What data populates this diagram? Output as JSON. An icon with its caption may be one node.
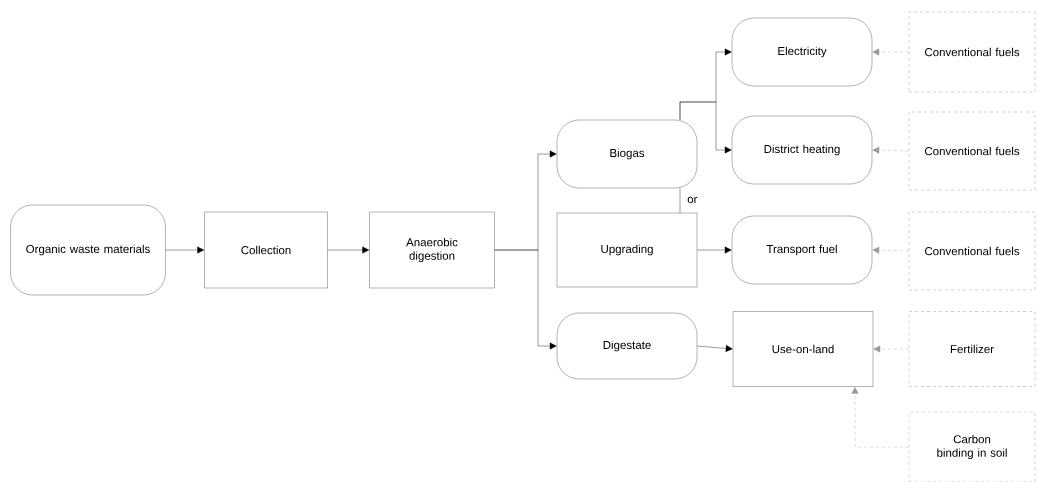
{
  "diagram": {
    "nodes": [
      {
        "text": [
          "Organic waste materials"
        ]
      },
      {
        "text": [
          "Collection"
        ]
      },
      {
        "text": [
          "Anaerobic digestion"
        ]
      },
      {
        "text": [
          "Biogas"
        ]
      },
      {
        "text": [
          "Upgrading"
        ]
      },
      {
        "text": [
          "Digestate"
        ]
      },
      {
        "text": [
          "Electricity"
        ]
      },
      {
        "text": [
          "District heating"
        ]
      },
      {
        "text": [
          "Transport fuel"
        ]
      },
      {
        "text": [
          "Use-on-land"
        ]
      },
      {
        "text": [
          "Conventional fuels"
        ]
      },
      {
        "text": [
          "Conventional fuels"
        ]
      },
      {
        "text": [
          "Conventional fuels"
        ]
      },
      {
        "text": [
          "Fertilizer"
        ]
      },
      {
        "text": [
          "Carbon binding in soil"
        ]
      }
    ],
    "edges": [
      {
        "from": 0,
        "to": 1,
        "arrow": "to"
      },
      {
        "from": 1,
        "to": 2,
        "arrow": "to"
      },
      {
        "from": 2,
        "to": 3,
        "arrow": "to"
      },
      {
        "from": 2,
        "to": 5,
        "arrow": "to"
      },
      {
        "from": 3,
        "to": 6,
        "arrow": "to"
      },
      {
        "from": 3,
        "to": 7,
        "arrow": "to"
      },
      {
        "from": 3,
        "to": 4,
        "arrow": "none",
        "label": "or"
      },
      {
        "from": 4,
        "to": 8,
        "arrow": "to"
      },
      {
        "from": 5,
        "to": 9,
        "arrow": "to"
      },
      {
        "from": 10,
        "to": 6,
        "arrow": "to",
        "style": "dashed",
        "color": "#999999"
      },
      {
        "from": 11,
        "to": 7,
        "arrow": "to",
        "style": "dashed",
        "color": "#999999"
      },
      {
        "from": 12,
        "to": 8,
        "arrow": "to",
        "style": "dashed",
        "color": "#999999"
      },
      {
        "from": 13,
        "to": 9,
        "arrow": "to",
        "style": "dashed",
        "color": "#999999"
      },
      {
        "from": 14,
        "to": 9,
        "arrow": "to",
        "style": "dashed",
        "color": "#999999"
      }
    ]
  }
}
